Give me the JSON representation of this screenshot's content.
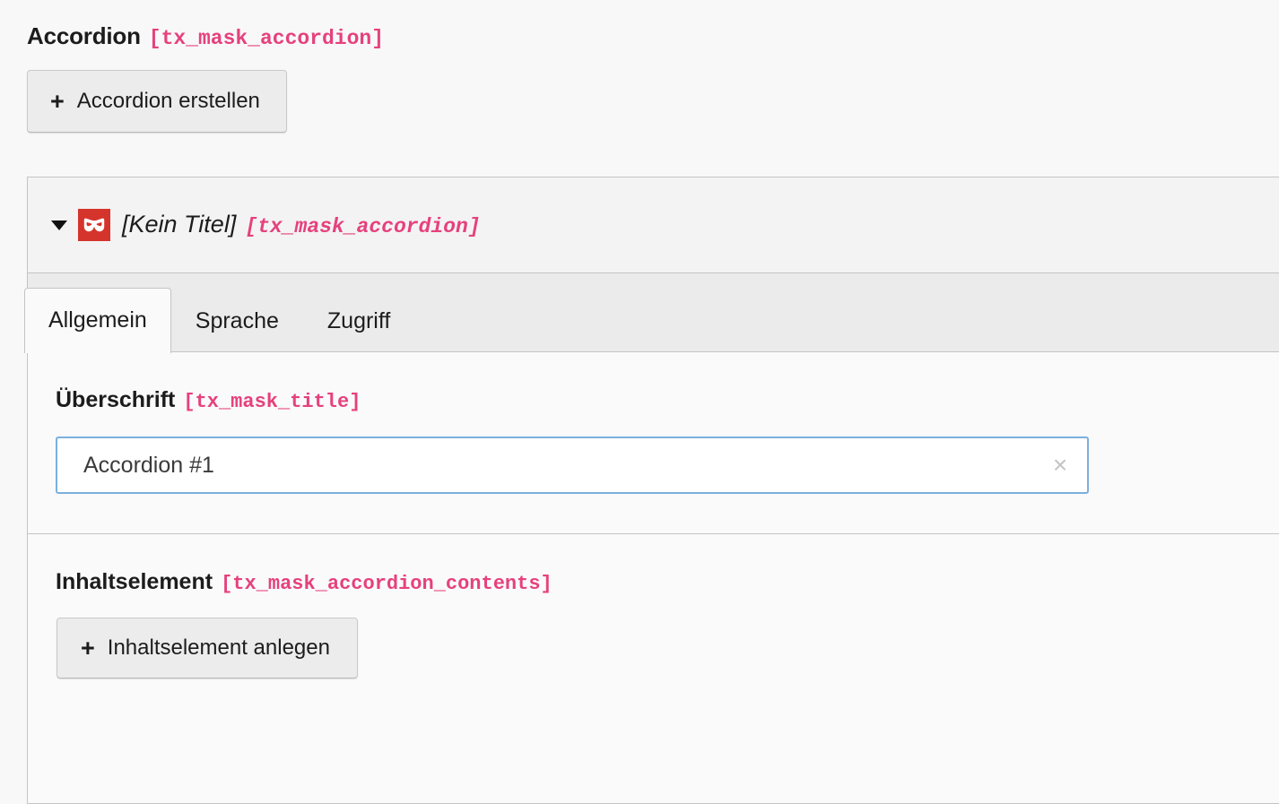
{
  "section": {
    "title": "Accordion",
    "table_name": "[tx_mask_accordion]",
    "create_button": {
      "icon": "plus-icon",
      "plus": "+",
      "label": "Accordion erstellen"
    }
  },
  "record": {
    "caret_icon": "chevron-down-icon",
    "type_icon": "mask-icon",
    "title": "[Kein Titel]",
    "table_name": "[tx_mask_accordion]",
    "tabs": [
      {
        "label": "Allgemein",
        "active": true
      },
      {
        "label": "Sprache",
        "active": false
      },
      {
        "label": "Zugriff",
        "active": false
      }
    ],
    "fields": [
      {
        "label": "Überschrift",
        "field_name": "[tx_mask_title]",
        "input": {
          "value": "Accordion #1",
          "placeholder": "",
          "clear_icon": "close-icon",
          "clear_glyph": "×"
        }
      },
      {
        "label": "Inhaltselement",
        "field_name": "[tx_mask_accordion_contents]",
        "create_button": {
          "icon": "plus-icon",
          "plus": "+",
          "label": "Inhaltselement anlegen"
        }
      }
    ]
  },
  "colors": {
    "accent_pink": "#e6417c",
    "icon_red": "#d5342c",
    "focus_blue": "#7ab0de",
    "page_bg": "#f8f8f8",
    "panel_header_bg": "#f3f3f3",
    "tab_strip_bg": "#ebebeb",
    "content_bg": "#fafafa",
    "border": "#c4c4c4"
  }
}
